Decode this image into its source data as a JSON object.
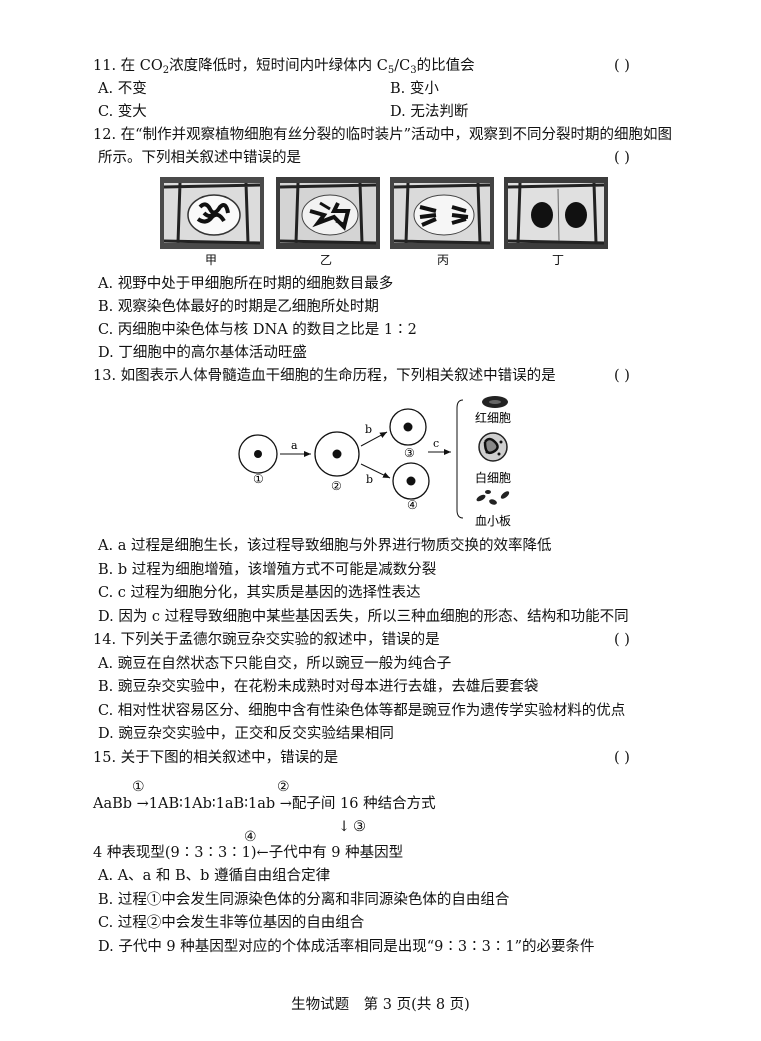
{
  "q11": {
    "stem_pre": "11. 在 CO",
    "stem_sub": "2",
    "stem_mid": "浓度降低时，短时间内叶绿体内 C",
    "stem_sub2": "5",
    "stem_slash": "/C",
    "stem_sub3": "3",
    "stem_post": "的比值会",
    "paren": "(      )",
    "options": [
      "A. 不变",
      "B. 变小",
      "C. 变大",
      "D. 无法判断"
    ]
  },
  "q12": {
    "stem_line1": "12. 在“制作并观察植物细胞有丝分裂的临时装片”活动中，观察到不同分裂时期的细胞如图",
    "stem_line2": "所示。下列相关叙述中错误的是",
    "paren": "(      )",
    "captions": [
      "甲",
      "乙",
      "丙",
      "丁"
    ],
    "options": [
      "A. 视野中处于甲细胞所在时期的细胞数目最多",
      "B. 观察染色体最好的时期是乙细胞所处时期",
      "C. 丙细胞中染色体与核 DNA 的数目之比是 1∶2",
      "D. 丁细胞中的高尔基体活动旺盛"
    ]
  },
  "q13": {
    "stem": "13. 如图表示人体骨髓造血干细胞的生命历程，下列相关叙述中错误的是",
    "paren": "(      )",
    "diagram": {
      "labels": [
        "①",
        "②",
        "③",
        "④"
      ],
      "arrows": [
        "a",
        "b",
        "b",
        "c"
      ],
      "cells": [
        "红细胞",
        "白细胞",
        "血小板"
      ]
    },
    "options": [
      "A. a 过程是细胞生长，该过程导致细胞与外界进行物质交换的效率降低",
      "B. b 过程为细胞增殖，该增殖方式不可能是减数分裂",
      "C. c 过程为细胞分化，其实质是基因的选择性表达",
      "D. 因为 c 过程导致细胞中某些基因丢失，所以三种血细胞的形态、结构和功能不同"
    ]
  },
  "q14": {
    "stem": "14. 下列关于孟德尔豌豆杂交实验的叙述中，错误的是",
    "paren": "(      )",
    "options": [
      "A. 豌豆在自然状态下只能自交，所以豌豆一般为纯合子",
      "B. 豌豆杂交实验中，在花粉未成熟时对母本进行去雄，去雄后要套袋",
      "C. 相对性状容易区分、细胞中含有性染色体等都是豌豆作为遗传学实验材料的优点",
      "D. 豌豆杂交实验中，正交和反交实验结果相同"
    ]
  },
  "q15": {
    "stem": "15. 关于下图的相关叙述中，错误的是",
    "paren": "(      )",
    "flow": {
      "mark1": "①",
      "mark2": "②",
      "mark3": "③",
      "mark4": "④",
      "line1": "AaBb →1AB∶1Ab∶1aB∶1ab →配子间 16 种结合方式",
      "down": "↓",
      "line2": "4 种表现型(9∶3∶3∶1)←子代中有 9 种基因型"
    },
    "options": [
      "A. A、a 和 B、b 遵循自由组合定律",
      "B. 过程①中会发生同源染色体的分离和非同源染色体的自由组合",
      "C. 过程②中会发生非等位基因的自由组合",
      "D. 子代中 9 种基因型对应的个体成活率相同是出现“9∶3∶3∶1”的必要条件"
    ]
  },
  "footer": "生物试题　第 3 页(共 8 页)"
}
